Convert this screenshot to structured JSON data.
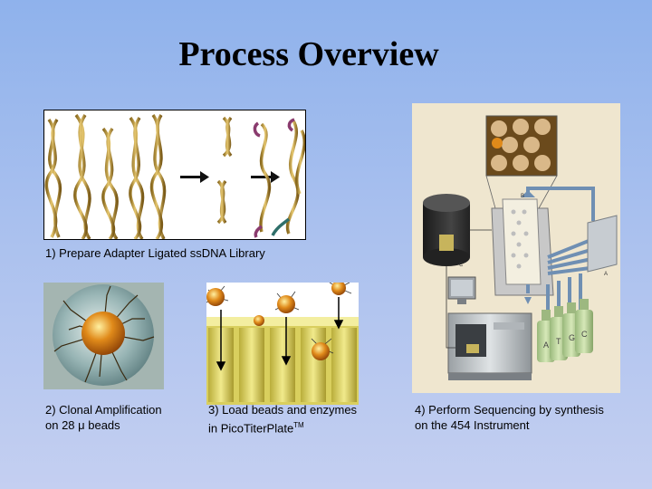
{
  "slide": {
    "title": "Process Overview"
  },
  "steps": [
    {
      "caption": "1) Prepare Adapter Ligated ssDNA Library"
    },
    {
      "caption_line1": "2) Clonal Amplification",
      "caption_line2": "on 28 μ beads"
    },
    {
      "caption_line1": "3) Load beads and enzymes",
      "caption_line2_main": "in PicoTiterPlate",
      "caption_line2_sup": "TM"
    },
    {
      "caption_line1": "4) Perform Sequencing by synthesis",
      "caption_line2": "on the 454 Instrument"
    }
  ],
  "instrument_labels": {
    "a": "A",
    "b": "B",
    "c": "C",
    "bottle_1": "A",
    "bottle_2": "T",
    "bottle_3": "G",
    "bottle_4": "C"
  },
  "colors": {
    "dna_gold": "#c7a24a",
    "adapter_purple": "#8a3b6e",
    "adapter_teal": "#2f6f6a",
    "bead_orange": "#e08a1a",
    "well_yellow": "#e8e07a"
  }
}
